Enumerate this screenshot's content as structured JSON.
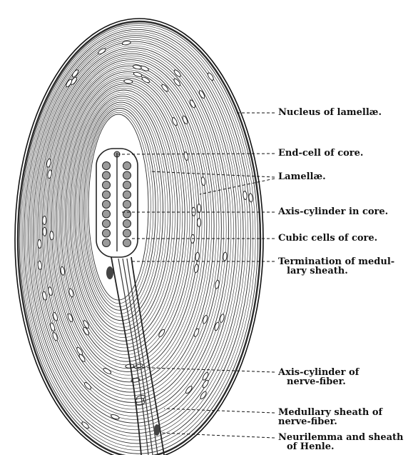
{
  "figure": {
    "labels": [
      {
        "id": "nucleus-lamellae",
        "line1": "Nucleus of lamellæ.",
        "line2": ""
      },
      {
        "id": "end-cell",
        "line1": "End-cell of core.",
        "line2": ""
      },
      {
        "id": "lamellae",
        "line1": "Lamellæ.",
        "line2": ""
      },
      {
        "id": "axis-cylinder-core",
        "line1": "Axis-cylinder in core.",
        "line2": ""
      },
      {
        "id": "cubic-cells",
        "line1": "Cubic cells of core.",
        "line2": ""
      },
      {
        "id": "termination-medullary",
        "line1": "Termination of medul-",
        "line2": "lary sheath."
      },
      {
        "id": "axis-cylinder-nerve",
        "line1": "Axis-cylinder of",
        "line2": "nerve-fiber."
      },
      {
        "id": "medullary-sheath",
        "line1": "Medullary sheath of",
        "line2": "nerve-fiber."
      },
      {
        "id": "neurilemma",
        "line1": "Neurilemma and sheath",
        "line2": "of Henle."
      }
    ]
  }
}
